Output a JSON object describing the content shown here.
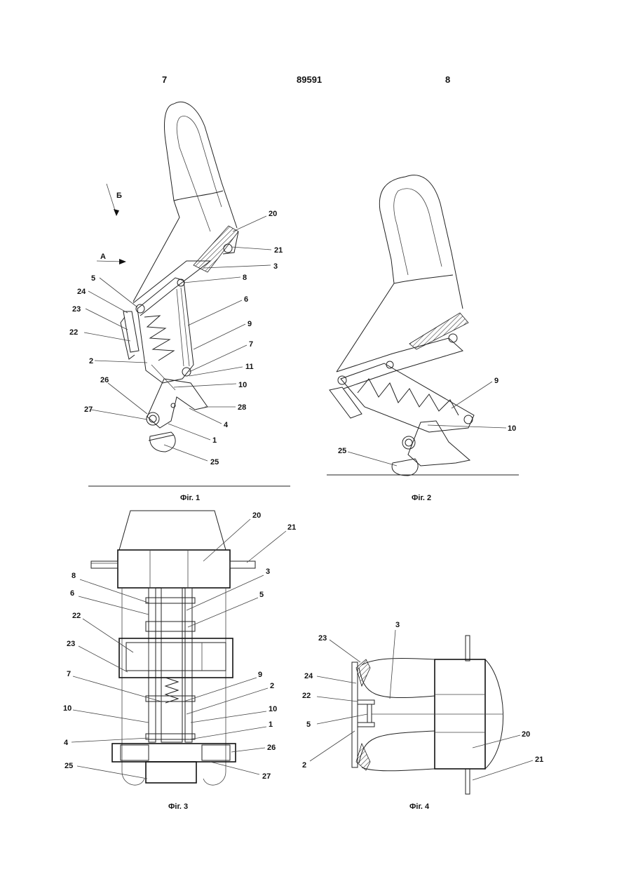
{
  "header": {
    "left_page": "7",
    "patent_number": "89591",
    "right_page": "8"
  },
  "figures": [
    {
      "caption": "Фіг. 1",
      "labels": [
        "Б",
        "А",
        "20",
        "21",
        "3",
        "5",
        "8",
        "24",
        "6",
        "23",
        "9",
        "22",
        "7",
        "2",
        "11",
        "10",
        "26",
        "27",
        "28",
        "4",
        "1",
        "25"
      ]
    },
    {
      "caption": "Фіг. 2",
      "labels": [
        "9",
        "10",
        "25"
      ]
    },
    {
      "caption": "Фіг. 3",
      "labels": [
        "20",
        "21",
        "8",
        "3",
        "6",
        "5",
        "22",
        "23",
        "7",
        "9",
        "2",
        "10",
        "10",
        "1",
        "4",
        "26",
        "25",
        "27"
      ]
    },
    {
      "caption": "Фіг. 4",
      "labels": [
        "23",
        "3",
        "24",
        "22",
        "5",
        "20",
        "2",
        "21"
      ]
    }
  ]
}
